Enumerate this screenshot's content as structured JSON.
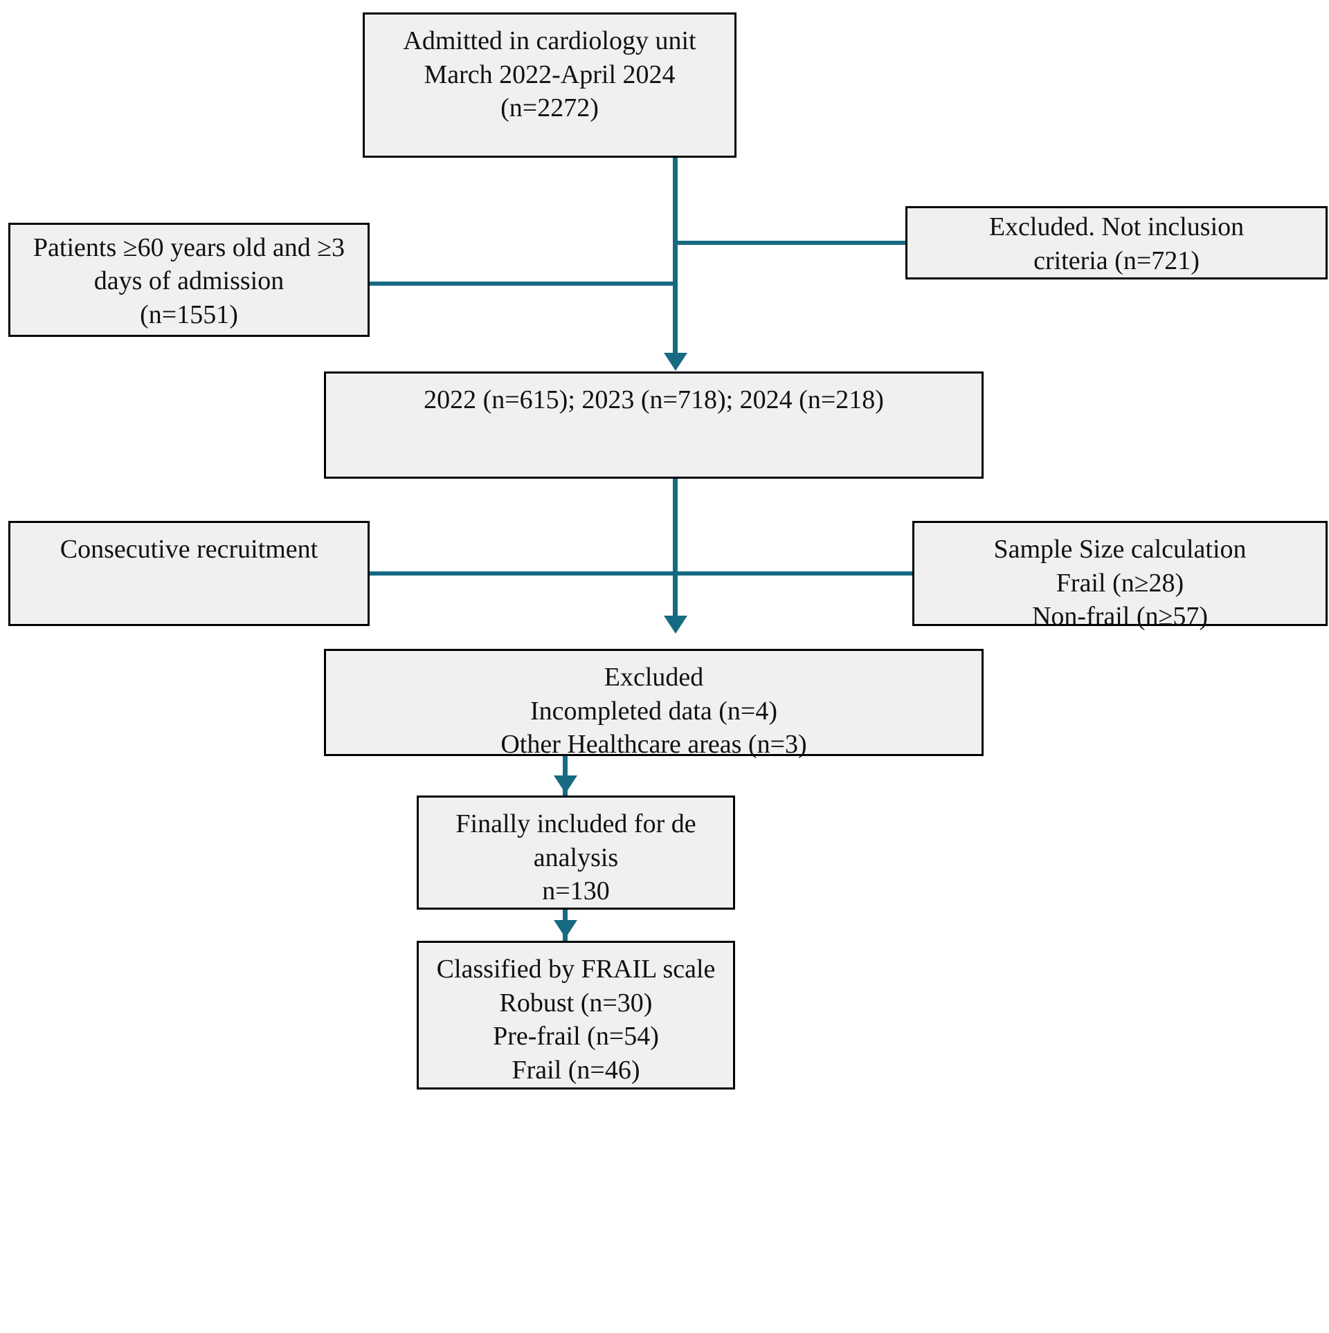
{
  "diagram": {
    "title": "Participant flow diagram",
    "accent_color": "#166a82",
    "box_fill": "#f0f0f0",
    "box_border": "#000000"
  },
  "nodes": {
    "admitted": {
      "name": "admitted-box",
      "lines": [
        "Admitted in cardiology unit",
        "March 2022-April 2024",
        "(n=2272)"
      ]
    },
    "eligible": {
      "name": "eligible-patients-box",
      "lines": [
        "Patients ≥60 years old and ≥3",
        "days of admission",
        "(n=1551)"
      ]
    },
    "excluded_criteria": {
      "name": "excluded-not-inclusion-criteria-box",
      "lines": [
        "Excluded. Not inclusion",
        "criteria (n=721)"
      ]
    },
    "years": {
      "name": "by-year-box",
      "lines": [
        "2022 (n=615); 2023 (n=718); 2024 (n=218)"
      ]
    },
    "recruitment": {
      "name": "consecutive-recruitment-box",
      "lines": [
        "Consecutive recruitment"
      ]
    },
    "sample_size": {
      "name": "sample-size-calculation-box",
      "lines": [
        "Sample Size calculation",
        "Frail (n≥28)",
        "Non-frail (n≥57)"
      ]
    },
    "excluded_data": {
      "name": "excluded-data-box",
      "lines": [
        "Excluded",
        "Incompleted data (n=4)",
        "Other Healthcare areas (n=3)"
      ]
    },
    "included": {
      "name": "finally-included-box",
      "lines": [
        "Finally included for de",
        "analysis",
        "n=130"
      ]
    },
    "classified": {
      "name": "classified-frail-scale-box",
      "lines": [
        "Classified by FRAIL scale",
        "Robust (n=30)",
        "Pre-frail (n=54)",
        "Frail  (n=46)"
      ]
    }
  },
  "chart_data": {
    "type": "table",
    "title": "Participant flow diagram",
    "stages": [
      {
        "label": "Admitted in cardiology unit March 2022-April 2024",
        "n": 2272
      },
      {
        "label": "Excluded. Not inclusion criteria",
        "n": 721
      },
      {
        "label": "Patients ≥60 years old and ≥3 days of admission",
        "n": 1551
      },
      {
        "label": "2022",
        "n": 615
      },
      {
        "label": "2023",
        "n": 718
      },
      {
        "label": "2024",
        "n": 218
      },
      {
        "label": "Sample size calculation - Frail (minimum)",
        "n": 28
      },
      {
        "label": "Sample size calculation - Non-frail (minimum)",
        "n": 57
      },
      {
        "label": "Excluded - Incompleted data",
        "n": 4
      },
      {
        "label": "Excluded - Other Healthcare areas",
        "n": 3
      },
      {
        "label": "Finally included for de analysis",
        "n": 130
      },
      {
        "label": "Classified by FRAIL scale - Robust",
        "n": 30
      },
      {
        "label": "Classified by FRAIL scale - Pre-frail",
        "n": 54
      },
      {
        "label": "Classified by FRAIL scale - Frail",
        "n": 46
      }
    ]
  }
}
